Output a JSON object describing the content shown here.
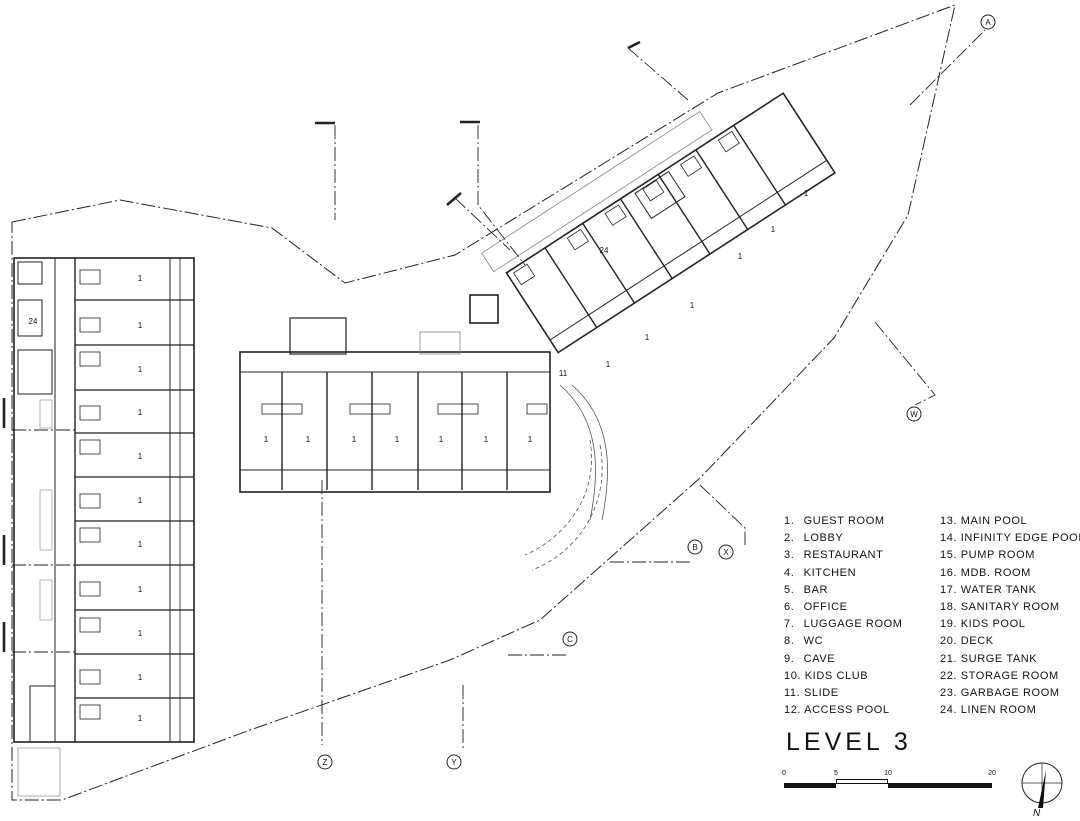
{
  "title": "LEVEL 3",
  "legend": [
    {
      "num": "1.",
      "label": "GUEST ROOM"
    },
    {
      "num": "2.",
      "label": "LOBBY"
    },
    {
      "num": "3.",
      "label": "RESTAURANT"
    },
    {
      "num": "4.",
      "label": "KITCHEN"
    },
    {
      "num": "5.",
      "label": "BAR"
    },
    {
      "num": "6.",
      "label": "OFFICE"
    },
    {
      "num": "7.",
      "label": "LUGGAGE ROOM"
    },
    {
      "num": "8.",
      "label": "WC"
    },
    {
      "num": "9.",
      "label": "CAVE"
    },
    {
      "num": "10.",
      "label": "KIDS CLUB"
    },
    {
      "num": "11.",
      "label": "SLIDE"
    },
    {
      "num": "12.",
      "label": "ACCESS POOL"
    },
    {
      "num": "13.",
      "label": "MAIN POOL"
    },
    {
      "num": "14.",
      "label": "INFINITY EDGE POOL"
    },
    {
      "num": "15.",
      "label": "PUMP ROOM"
    },
    {
      "num": "16.",
      "label": "MDB. ROOM"
    },
    {
      "num": "17.",
      "label": "WATER TANK"
    },
    {
      "num": "18.",
      "label": "SANITARY ROOM"
    },
    {
      "num": "19.",
      "label": "KIDS POOL"
    },
    {
      "num": "20.",
      "label": "DECK"
    },
    {
      "num": "21.",
      "label": "SURGE TANK"
    },
    {
      "num": "22.",
      "label": "STORAGE ROOM"
    },
    {
      "num": "23.",
      "label": "GARBAGE ROOM"
    },
    {
      "num": "24.",
      "label": "LINEN ROOM"
    }
  ],
  "scale": {
    "ticks": [
      "0",
      "5",
      "10",
      "20"
    ]
  },
  "north_label": "N",
  "section_markers": [
    "A",
    "W",
    "B",
    "X",
    "C",
    "Z",
    "Y"
  ],
  "room_tags": {
    "guest_room": "1",
    "linen_room": "24",
    "slide": "11"
  },
  "colors": {
    "ink": "#111111",
    "line": "#333333",
    "faint": "#9a9a9a",
    "background": "#ffffff"
  }
}
